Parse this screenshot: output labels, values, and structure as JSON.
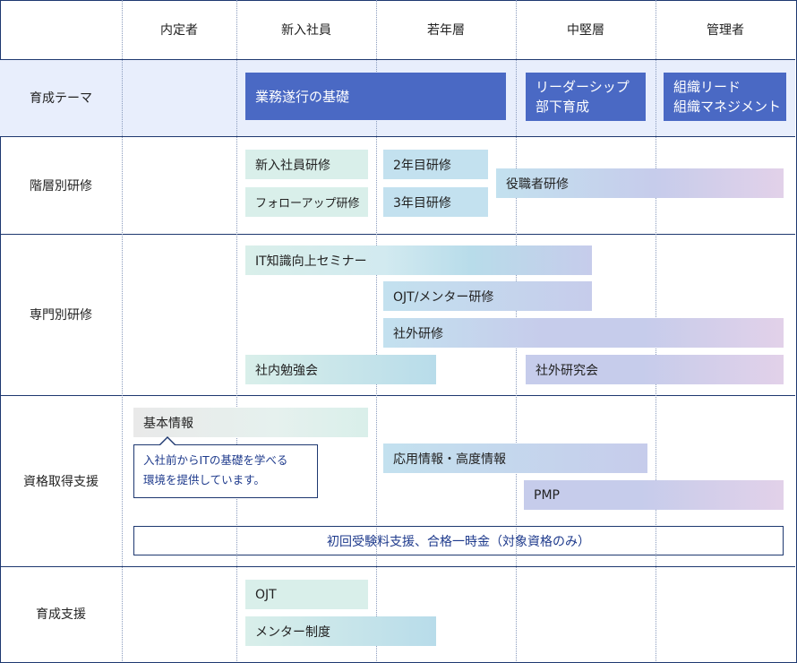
{
  "columns": [
    "内定者",
    "新入社員",
    "若年層",
    "中堅層",
    "管理者"
  ],
  "rows": {
    "theme": "育成テーマ",
    "kaiso": "階層別研修",
    "senmon": "専門別研修",
    "shikaku": "資格取得支援",
    "ikusei": "育成支援"
  },
  "theme": {
    "basic": "業務遂行の基礎",
    "leader_1": "リーダーシップ",
    "leader_2": "部下育成",
    "manage_1": "組織リード",
    "manage_2": "組織マネジメント"
  },
  "kaiso": {
    "new_hire": "新入社員研修",
    "follow_up": "フォローアップ研修",
    "year2": "2年目研修",
    "year3": "3年目研修",
    "managerial": "役職者研修"
  },
  "senmon": {
    "it_seminar": "IT知識向上セミナー",
    "ojt_mentor": "OJT/メンター研修",
    "external": "社外研修",
    "internal_study": "社内勉強会",
    "external_study": "社外研究会"
  },
  "shikaku": {
    "basic_info": "基本情報",
    "note_1": "入社前からITの基礎を学べる",
    "note_2": "環境を提供しています。",
    "applied_info": "応用情報・高度情報",
    "pmp": "PMP",
    "support": "初回受験料支援、合格一時金（対象資格のみ）"
  },
  "ikusei": {
    "ojt": "OJT",
    "mentor": "メンター制度"
  },
  "colors": {
    "theme_blue": "#4a69c4",
    "border_navy": "#1e3870",
    "theme_row_bg": "#e8eefc",
    "mint": "#d9efea",
    "sky": "#c3e1ef",
    "lavender": "#c6cceb",
    "pink": "#e2d1e9"
  }
}
